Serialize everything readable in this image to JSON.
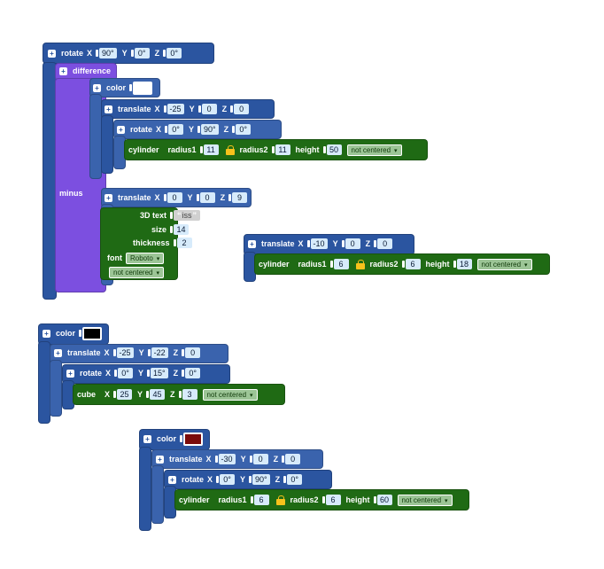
{
  "g1": {
    "rotate": {
      "label": "rotate",
      "x_lbl": "X",
      "x": "90°",
      "y_lbl": "Y",
      "y": "0°",
      "z_lbl": "Z",
      "z": "0°"
    },
    "difference": {
      "label": "difference",
      "minus": "minus"
    },
    "color": {
      "label": "color",
      "value": "#ffffff"
    },
    "translate1": {
      "label": "translate",
      "x_lbl": "X",
      "x": "-25",
      "y_lbl": "Y",
      "y": "0",
      "z_lbl": "Z",
      "z": "0"
    },
    "rotate2": {
      "label": "rotate",
      "x_lbl": "X",
      "x": "0°",
      "y_lbl": "Y",
      "y": "90°",
      "z_lbl": "Z",
      "z": "0°"
    },
    "cylinder": {
      "label": "cylinder",
      "r1_lbl": "radius1",
      "r1": "11",
      "r2_lbl": "radius2",
      "r2": "11",
      "h_lbl": "height",
      "h": "50",
      "center": "not centered"
    },
    "translate2": {
      "label": "translate",
      "x_lbl": "X",
      "x": "0",
      "y_lbl": "Y",
      "y": "0",
      "z_lbl": "Z",
      "z": "9"
    },
    "text3d": {
      "label": "3D text",
      "text": "iss",
      "size_lbl": "size",
      "size": "14",
      "thick_lbl": "thickness",
      "thick": "2",
      "font_lbl": "font",
      "font": "Roboto",
      "center": "not centered"
    }
  },
  "g2": {
    "translate": {
      "label": "translate",
      "x_lbl": "X",
      "x": "-10",
      "y_lbl": "Y",
      "y": "0",
      "z_lbl": "Z",
      "z": "0"
    },
    "cylinder": {
      "label": "cylinder",
      "r1_lbl": "radius1",
      "r1": "6",
      "r2_lbl": "radius2",
      "r2": "6",
      "h_lbl": "height",
      "h": "18",
      "center": "not centered"
    }
  },
  "g3": {
    "color": {
      "label": "color",
      "value": "#000000"
    },
    "translate": {
      "label": "translate",
      "x_lbl": "X",
      "x": "-25",
      "y_lbl": "Y",
      "y": "-22",
      "z_lbl": "Z",
      "z": "0"
    },
    "rotate": {
      "label": "rotate",
      "x_lbl": "X",
      "x": "0°",
      "y_lbl": "Y",
      "y": "15°",
      "z_lbl": "Z",
      "z": "0°"
    },
    "cube": {
      "label": "cube",
      "x_lbl": "X",
      "x": "25",
      "y_lbl": "Y",
      "y": "45",
      "z_lbl": "Z",
      "z": "3",
      "center": "not centered"
    }
  },
  "g4": {
    "color": {
      "label": "color",
      "value": "#7a0b0b"
    },
    "translate": {
      "label": "translate",
      "x_lbl": "X",
      "x": "-30",
      "y_lbl": "Y",
      "y": "0",
      "z_lbl": "Z",
      "z": "0"
    },
    "rotate": {
      "label": "rotate",
      "x_lbl": "X",
      "x": "0°",
      "y_lbl": "Y",
      "y": "90°",
      "z_lbl": "Z",
      "z": "0°"
    },
    "cylinder": {
      "label": "cylinder",
      "r1_lbl": "radius1",
      "r1": "6",
      "r2_lbl": "radius2",
      "r2": "6",
      "h_lbl": "height",
      "h": "60",
      "center": "not centered"
    }
  },
  "ui": {
    "expand_glyph": "+",
    "caret": "▾",
    "quote_open": "“",
    "quote_close": "”"
  }
}
